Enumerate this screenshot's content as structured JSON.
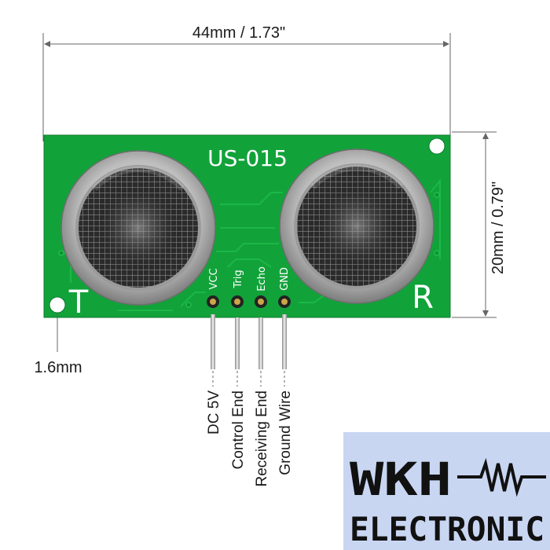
{
  "dimensions": {
    "width_label": "44mm / 1.73\"",
    "height_label": "20mm / 0.79\"",
    "hole_label": "1.6mm"
  },
  "board": {
    "model": "US-015",
    "transmitter_mark": "T",
    "receiver_mark": "R",
    "pcb_color": "#12a23a",
    "pins": [
      {
        "silk": "VCC",
        "function": "DC 5V"
      },
      {
        "silk": "Trig",
        "function": "Control End"
      },
      {
        "silk": "Echo",
        "function": "Receiving End"
      },
      {
        "silk": "GND",
        "function": "Ground Wire"
      }
    ]
  },
  "logo": {
    "line1": "WKH",
    "line2": "ELECTRONIC",
    "background": "#c9d6f2",
    "icon": "resistor-zigzag-icon"
  }
}
